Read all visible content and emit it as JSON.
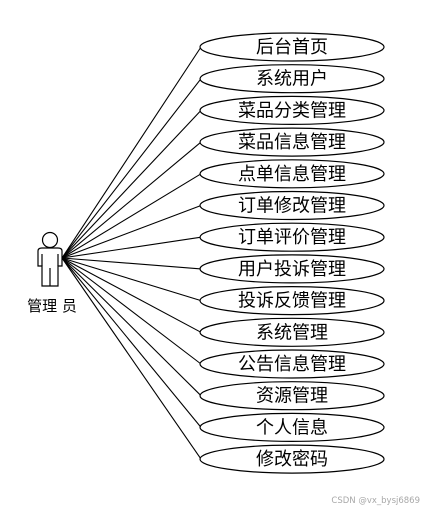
{
  "actor": {
    "name": "管理 员"
  },
  "use_cases": [
    {
      "label": "后台首页"
    },
    {
      "label": "系统用户"
    },
    {
      "label": "菜品分类管理"
    },
    {
      "label": "菜品信息管理"
    },
    {
      "label": "点单信息管理"
    },
    {
      "label": "订单修改管理"
    },
    {
      "label": "订单评价管理"
    },
    {
      "label": "用户投诉管理"
    },
    {
      "label": "投诉反馈管理"
    },
    {
      "label": "系统管理"
    },
    {
      "label": "公告信息管理"
    },
    {
      "label": "资源管理"
    },
    {
      "label": "个人信息"
    },
    {
      "label": "修改密码"
    }
  ],
  "watermark": "CSDN @vx_bysj6869",
  "colors": {
    "line": "#000000",
    "background": "#ffffff",
    "watermark": "#a8a8a8"
  }
}
